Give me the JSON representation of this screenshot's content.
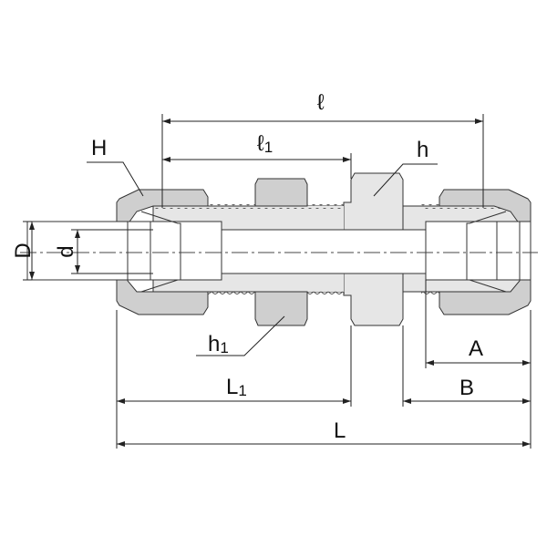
{
  "title": "Bulkhead union fitting dimension drawing",
  "labels": {
    "l": "ℓ",
    "l1_main": "ℓ",
    "l1_sub": "1",
    "h": "h",
    "H": "H",
    "D": "D",
    "d": "d",
    "h1_main": "h",
    "h1_sub": "1",
    "L1_main": "L",
    "L1_sub": "1",
    "A": "A",
    "B": "B",
    "L": "L"
  },
  "colors": {
    "nut": "#cfcfcf",
    "body": "#e6e6e6",
    "line": "#222222"
  }
}
